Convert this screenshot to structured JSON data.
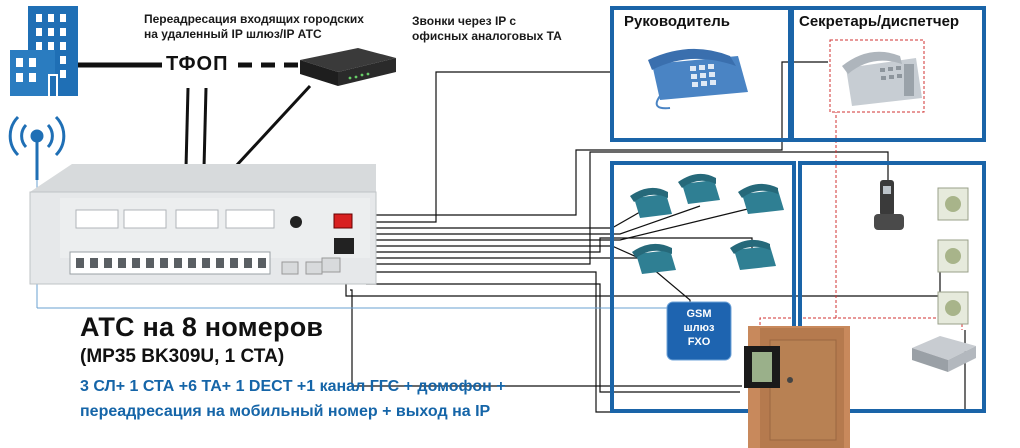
{
  "labels": {
    "redirect": "Переадресация входящих городских\nна удаленный IP шлюз/IP АТС",
    "ip_calls": "Звонки через IP с\nофисных аналоговых ТА",
    "pstn": "ТФОП",
    "head": "Руководитель",
    "secretary": "Секретарь/диспетчер",
    "gsm": "GSM\nшлюз\nFXO"
  },
  "title": {
    "main": "АТС на 8 номеров",
    "model": "(MP35 BK309U, 1 СТА)",
    "features_line1": "3 СЛ+ 1 СТА +6 ТА+ 1 DECT +1 канал ГГС + домофон +",
    "features_line2": "переадресация на мобильный номер + выход на IP"
  },
  "colors": {
    "building": "#1f6fb5",
    "room_border": "#1a64a8",
    "phone_teal": "#2f7f93",
    "door": "#c8895c",
    "feature_text": "#1565a8"
  }
}
